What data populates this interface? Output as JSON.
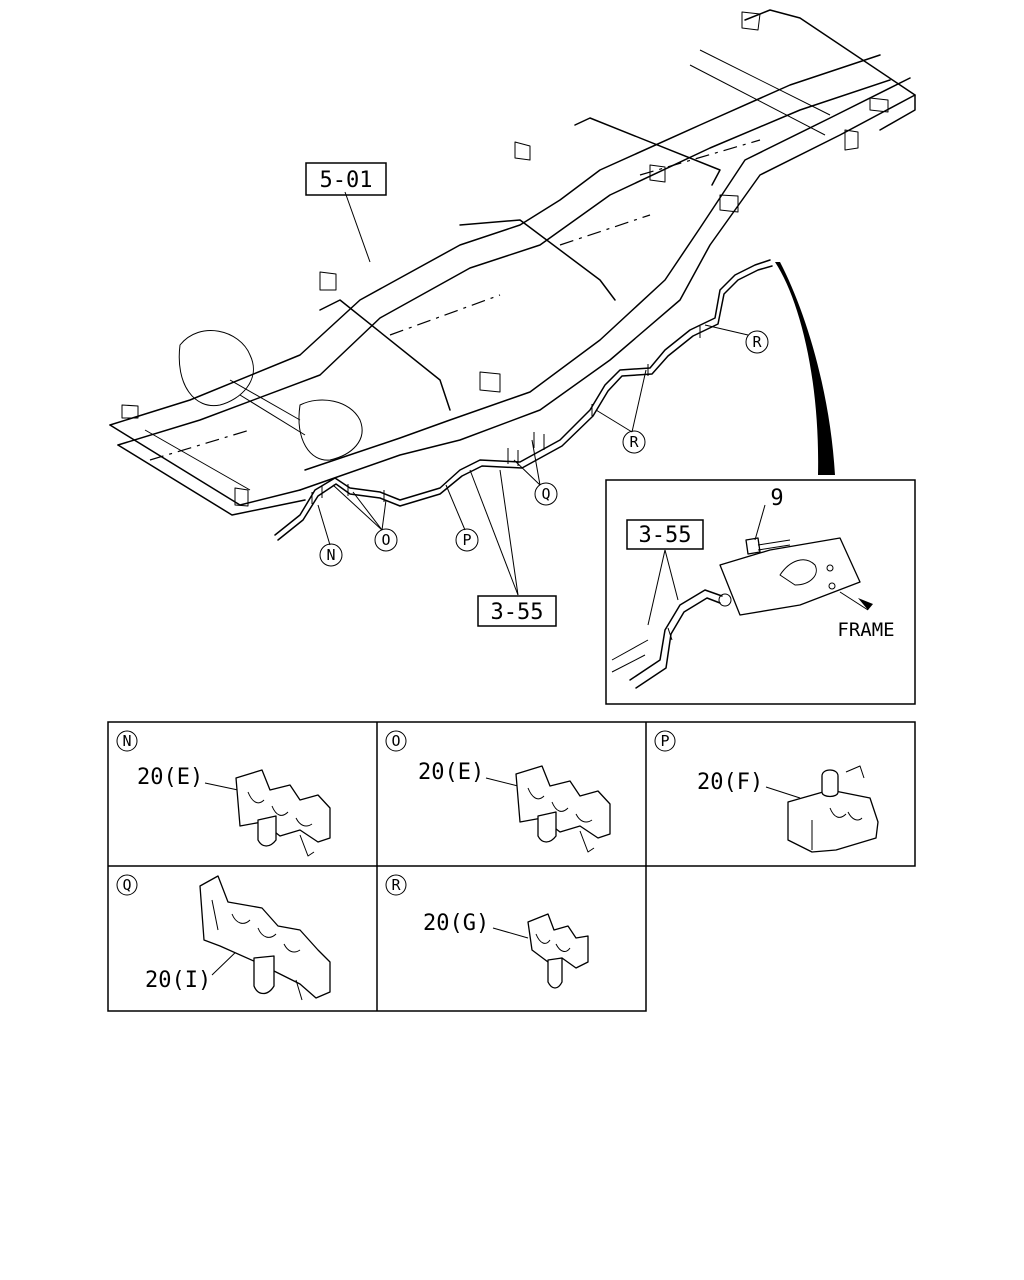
{
  "callouts": {
    "frame_ref": "5-01",
    "pipe_ref_main": "3-55",
    "pipe_ref_detail": "3-55",
    "bolt_ref": "9",
    "frame_label": "FRAME"
  },
  "clip_markers": {
    "N": "N",
    "O": "O",
    "P": "P",
    "Q": "Q",
    "R_lower": "R",
    "R_upper": "R"
  },
  "panels": [
    {
      "key": "N",
      "part": "20(E)"
    },
    {
      "key": "O",
      "part": "20(E)"
    },
    {
      "key": "P",
      "part": "20(F)"
    },
    {
      "key": "Q",
      "part": "20(I)"
    },
    {
      "key": "R",
      "part": "20(G)"
    }
  ]
}
